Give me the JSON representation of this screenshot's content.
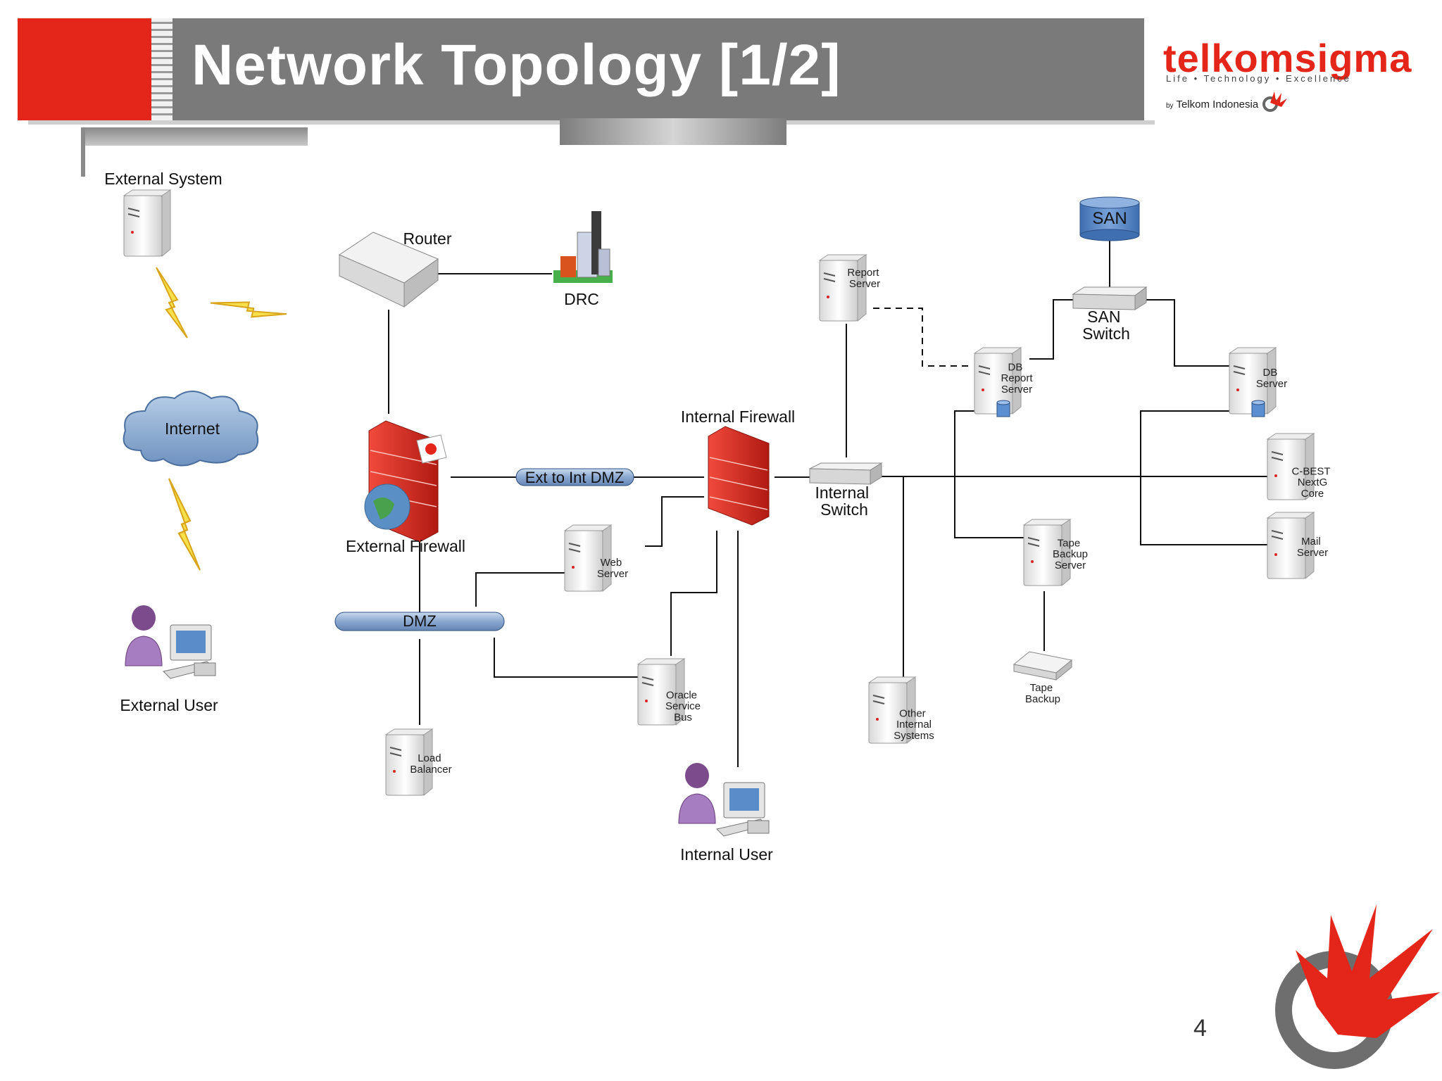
{
  "slide": {
    "title": "Network Topology [1/2]",
    "page_number": "4"
  },
  "brand": {
    "name": "telkomsigma",
    "tagline": "Life • Technology • Excellence",
    "by_prefix": "by",
    "by_company": "Telkom Indonesia",
    "colors": {
      "red": "#e4261a",
      "gray": "#7a7a7a"
    }
  },
  "diagram": {
    "nodes": {
      "external_system": "External System",
      "internet": "Internet",
      "external_user": "External User",
      "router": "Router",
      "drc": "DRC",
      "external_firewall": "External Firewall",
      "ext_to_int_dmz": "Ext to Int DMZ",
      "dmz": "DMZ",
      "load_balancer": "Load Balancer",
      "web_server": "Web Server",
      "internal_firewall": "Internal Firewall",
      "oracle_service_bus": "Oracle Service Bus",
      "internal_user": "Internal User",
      "internal_switch": "Internal Switch",
      "report_server": "Report Server",
      "san": "SAN",
      "san_switch": "SAN Switch",
      "db_report_server": "DB Report Server",
      "db_server": "DB Server",
      "cbest_nextg_core": "C-BEST NextG Core",
      "mail_server": "Mail Server",
      "tape_backup_server": "Tape Backup Server",
      "tape_backup": "Tape Backup",
      "other_internal_systems": "Other Internal Systems"
    }
  }
}
